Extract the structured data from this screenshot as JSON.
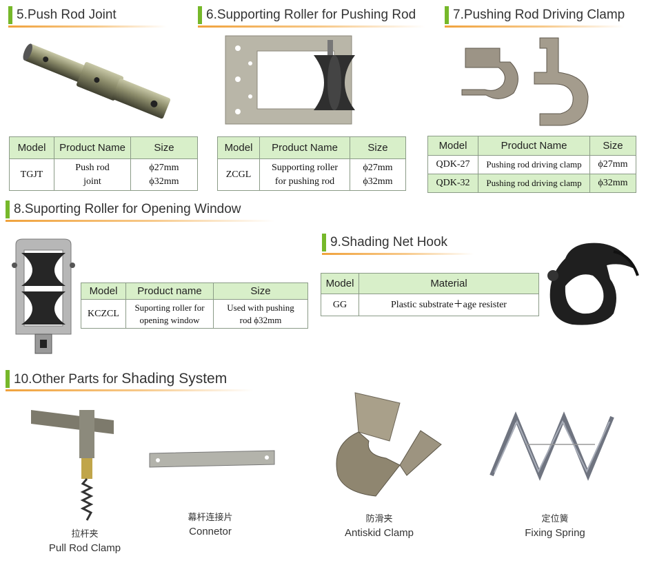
{
  "sections": {
    "s5": {
      "title": "5.Push Rod Joint",
      "headers": [
        "Model",
        "Product Name",
        "Size"
      ],
      "row": {
        "model": "TGJT",
        "name_l1": "Push rod",
        "name_l2": "joint",
        "size_l1": "ϕ27mm",
        "size_l2": "ϕ32mm"
      }
    },
    "s6": {
      "title": "6.Supporting Roller for Pushing Rod",
      "headers": [
        "Model",
        "Product Name",
        "Size"
      ],
      "row": {
        "model": "ZCGL",
        "name_l1": "Supporting roller",
        "name_l2": "for pushing rod",
        "size_l1": "ϕ27mm",
        "size_l2": "ϕ32mm"
      }
    },
    "s7": {
      "title": "7.Pushing Rod Driving Clamp",
      "headers": [
        "Model",
        "Product Name",
        "Size"
      ],
      "rows": [
        {
          "model": "QDK-27",
          "name": "Pushing rod driving clamp",
          "size": "ϕ27mm"
        },
        {
          "model": "QDK-32",
          "name": "Pushing rod driving clamp",
          "size": "ϕ32mm"
        }
      ]
    },
    "s8": {
      "title": "8.Suporting Roller for Opening Window",
      "headers": [
        "Model",
        "Product name",
        "Size"
      ],
      "row": {
        "model": "KCZCL",
        "name_l1": "Suporting roller for",
        "name_l2": "opening window",
        "size_l1": "Used with pushing",
        "size_l2": "rod ϕ32mm"
      }
    },
    "s9": {
      "title": "9.Shading Net Hook",
      "headers": [
        "Model",
        "Material"
      ],
      "row": {
        "model": "GG",
        "material": "Plastic substrate＋age resister"
      }
    },
    "s10": {
      "title_a": "10.Other Parts for ",
      "title_b": "Shading System",
      "items": [
        {
          "zh": "拉杆夹",
          "en": "Pull Rod Clamp"
        },
        {
          "zh": "幕杆连接片",
          "en": "Connetor"
        },
        {
          "zh": "防滑夹",
          "en": "Antiskid Clamp"
        },
        {
          "zh": "定位簧",
          "en": "Fixing Spring"
        }
      ]
    }
  },
  "colors": {
    "accent_green": "#76b82a",
    "header_green": "#d8efc9",
    "underline_orange": "#f0a23c"
  },
  "icons": [
    "push-rod-joint-photo",
    "supporting-roller-photo",
    "driving-clamp-photo",
    "window-roller-photo",
    "net-hook-photo",
    "pull-rod-clamp-photo",
    "connector-photo",
    "antiskid-clamp-photo",
    "fixing-spring-photo"
  ]
}
